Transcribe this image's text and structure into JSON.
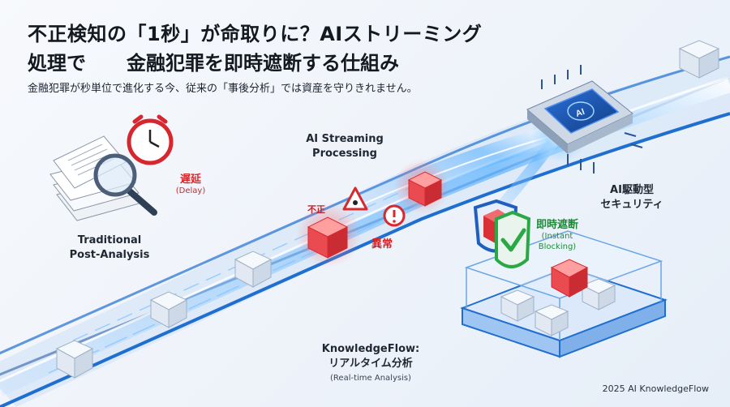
{
  "header": {
    "title_line1": "不正検知の「1秒」が命取りに？AIストリーミング",
    "title_line2_a": "処理で",
    "title_line2_b": "金融犯罪を即時遮断する仕組み",
    "subtitle": "金融犯罪が秒単位で進化する今、従来の「事後分析」では資産を守りきれません。"
  },
  "labels": {
    "traditional": "Traditional\nPost-Analysis",
    "delay_jp": "遅延",
    "delay_en": "(Delay)",
    "ai_streaming": "AI Streaming\nProcessing",
    "fraud": "不正",
    "anomaly": "異常",
    "ai_security": "AI駆動型\nセキュリティ",
    "instant_block_jp": "即時遮断",
    "instant_block_en": "(Instant\nBlocking)",
    "knowledgeflow": "KnowledgeFlow:\nリアルタイム分析",
    "realtime_en": "(Real-time Analysis)",
    "chip_text": "AI"
  },
  "footer": {
    "credit": "2025 AI KnowledgeFlow"
  },
  "colors": {
    "pipe_blue": "#1f6fd1",
    "alert_red": "#e0323a",
    "block_green": "#2aa845"
  }
}
